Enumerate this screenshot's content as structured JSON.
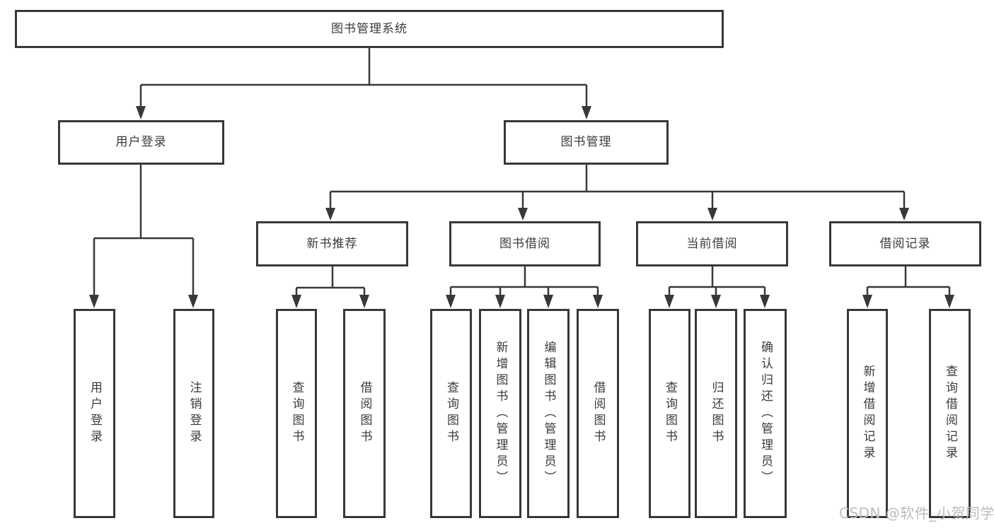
{
  "diagram": {
    "title": "图书管理系统",
    "root": {
      "label": "图书管理系统"
    },
    "level1": [
      {
        "label": "用户登录"
      },
      {
        "label": "图书管理"
      }
    ],
    "level2": [
      {
        "label": "新书推荐"
      },
      {
        "label": "图书借阅"
      },
      {
        "label": "当前借阅"
      },
      {
        "label": "借阅记录"
      }
    ],
    "leaves": {
      "login": [
        "用户登录",
        "注销登录"
      ],
      "recommend": [
        "查询图书",
        "借阅图书"
      ],
      "borrow": [
        "查询图书",
        "新增图书（管理员）",
        "编辑图书（管理员）",
        "借阅图书"
      ],
      "current": [
        "查询图书",
        "归还图书",
        "确认归还（管理员）"
      ],
      "records": [
        "新增借阅记录",
        "查询借阅记录"
      ]
    }
  },
  "watermark": {
    "text": "CSDN @软件_小贺同学"
  },
  "colors": {
    "line": "#383838",
    "text": "#3b3b3b",
    "watermark": "#b8bcc4",
    "background": "#ffffff"
  }
}
